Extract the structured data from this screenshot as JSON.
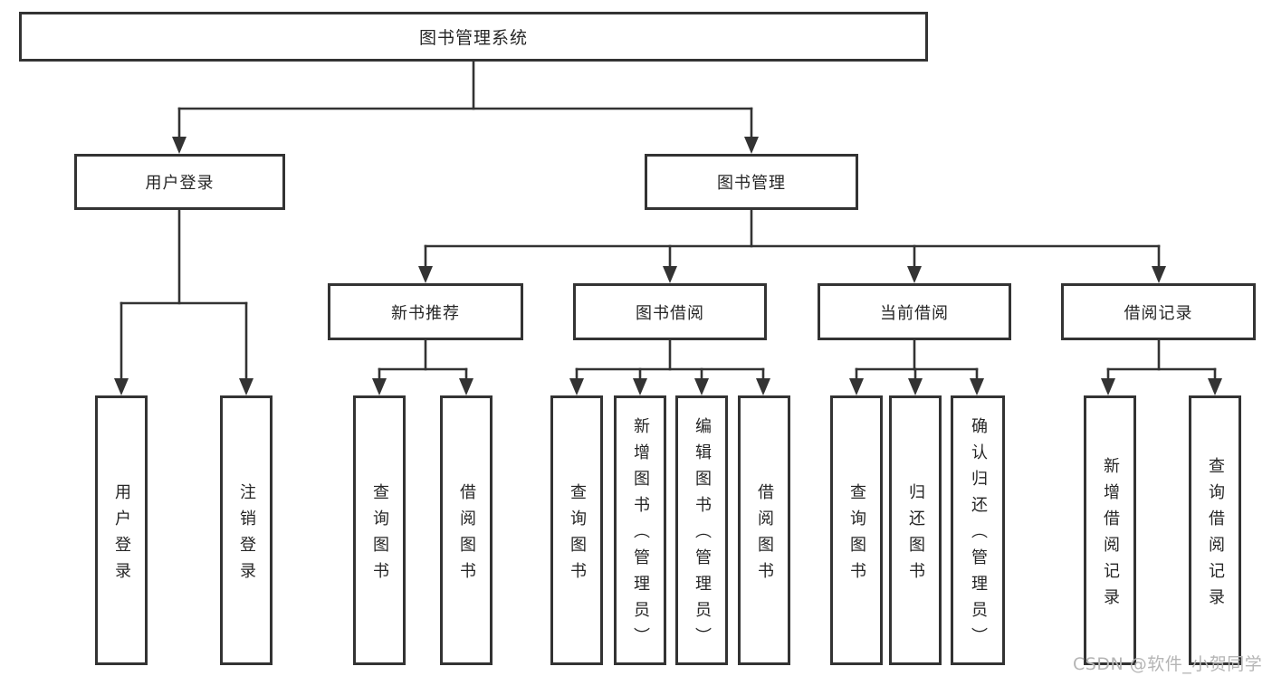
{
  "diagram": {
    "nodes": {
      "root": {
        "label": "图书管理系统"
      },
      "user_login": {
        "label": "用户登录"
      },
      "book_mgmt": {
        "label": "图书管理"
      },
      "new_book": {
        "label": "新书推荐"
      },
      "book_borrow": {
        "label": "图书借阅"
      },
      "current_borrow": {
        "label": "当前借阅"
      },
      "borrow_record": {
        "label": "借阅记录"
      },
      "leaf_user_login": {
        "label": "用户登录"
      },
      "leaf_logout": {
        "label": "注销登录"
      },
      "leaf_nb_query": {
        "label": "查询图书"
      },
      "leaf_nb_borrow": {
        "label": "借阅图书"
      },
      "leaf_bb_query": {
        "label": "查询图书"
      },
      "leaf_bb_add": {
        "label": "新增图书（管理员）"
      },
      "leaf_bb_edit": {
        "label": "编辑图书（管理员）"
      },
      "leaf_bb_borrow": {
        "label": "借阅图书"
      },
      "leaf_cb_query": {
        "label": "查询图书"
      },
      "leaf_cb_return": {
        "label": "归还图书"
      },
      "leaf_cb_confirm": {
        "label": "确认归还（管理员）"
      },
      "leaf_br_add": {
        "label": "新增借阅记录"
      },
      "leaf_br_query": {
        "label": "查询借阅记录"
      }
    }
  },
  "watermark": {
    "text": "CSDN @软件_小贺同学"
  },
  "colors": {
    "line": "#333333",
    "text": "#262626",
    "box_background": "#ffffff",
    "page_background": "#ffffff",
    "watermark": "#b5b5b5"
  }
}
